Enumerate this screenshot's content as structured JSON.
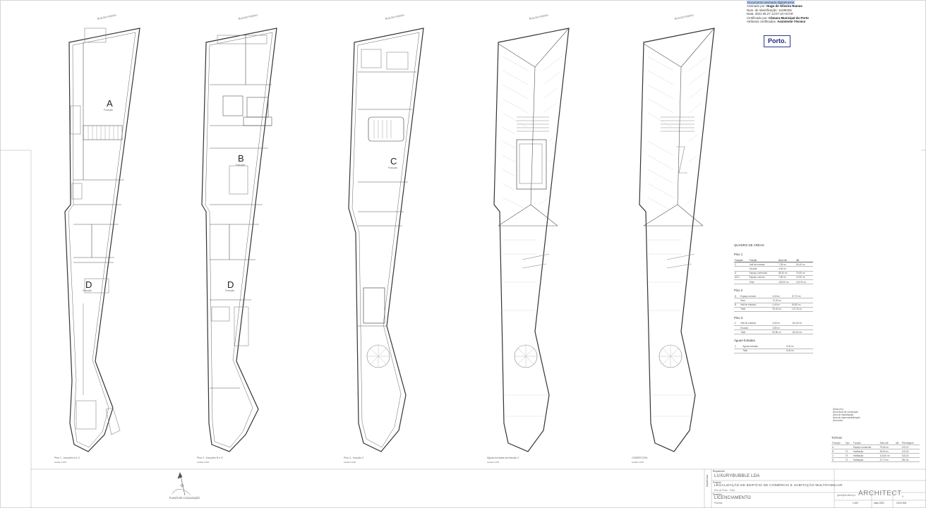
{
  "signature": {
    "line1": "Documento assinado digitalmente",
    "line2_label": "Assinado por:",
    "line2_value": "Hugo de Oliveira Ramos",
    "line3": "Num. de Identificação: 11199426",
    "line4": "Data: 2021.05.27 13:07:10+01'00'",
    "line5_label": "Certificado por:",
    "line5_value": "Câmara Municipal do Porto",
    "line6_label": "Atributos certificados:",
    "line6_value": "Assistente Técnico"
  },
  "porto_logo": "Porto.",
  "street_labels": [
    "RUA DO PORTO",
    "RUA DO PORTO",
    "RUA DO PORTO",
    "RUA DO PORTO",
    "RUA DO PORTO"
  ],
  "plans": [
    {
      "caption": "Piso 1 - fracções A e C",
      "scale": "escala 1:100"
    },
    {
      "caption": "Piso 2 - fracções B e D",
      "scale": "escala 1:100"
    },
    {
      "caption": "Piso 3 - fracção C",
      "scale": "escala 1:100"
    },
    {
      "caption": "Águas-furtadas da fracção C",
      "scale": "escala 1:100"
    },
    {
      "caption": "COBERTURA",
      "scale": "escala 1:100"
    }
  ],
  "fractions": [
    {
      "letter": "A",
      "label": "Fracção"
    },
    {
      "letter": "B",
      "label": "Fracção"
    },
    {
      "letter": "C",
      "label": "Fracção"
    },
    {
      "letter": "D",
      "label": "Fracção"
    },
    {
      "letter": "D",
      "label": "Fracção"
    }
  ],
  "areas": {
    "title": "QUADRO DE ÁREAS",
    "sections": [
      "Piso 1",
      "Piso 2",
      "Piso 3",
      "Águas-furtadas"
    ],
    "header": [
      "Fracção",
      "Função",
      "Área útil",
      "AB"
    ],
    "rows1": [
      [
        "C",
        "Hall de entrada",
        "7,35 m²",
        "54,40 m²"
      ],
      [
        "",
        "Escada",
        "4,60 m²",
        ""
      ],
      [
        "A",
        "Espaço comercial",
        "86,40 m²",
        "79,60 m²"
      ],
      [
        "ACC",
        "Espaço comum",
        "7,80 m²",
        "12,52 m²"
      ],
      [
        "",
        "Total",
        "105,30 m²",
        "131,92 m²"
      ]
    ],
    "rows2": [
      [
        "D",
        "Espaço comum",
        "3,40 m²",
        "57,70 m²"
      ],
      [
        "",
        "Sala",
        "12,40 m²",
        ""
      ],
      [
        "B",
        "Hall de entrada",
        "4,40 m²",
        "69,50 m²"
      ],
      [
        "",
        "Total",
        "93,40 m²",
        "127,20 m²"
      ]
    ],
    "rows3": [
      [
        "C",
        "Hall de entrada",
        "3,60 m²",
        "110,60 m²"
      ],
      [
        "",
        "Escada",
        "4,80 m²",
        ""
      ],
      [
        "",
        "Total",
        "82,80 m²",
        "110,60 m²"
      ]
    ],
    "rows4": [
      [
        "C",
        "Águas-furtadas",
        "8,40 m²",
        ""
      ],
      [
        "",
        "Total",
        "8,40 m²",
        ""
      ]
    ]
  },
  "side_list": {
    "title": "Áreas (m²)",
    "items": [
      "Área bruta de construção",
      "Área de implantação",
      "Área de impermeabilização",
      "Área total"
    ]
  },
  "totals": {
    "title": "TOTAIS",
    "header": [
      "Fracção",
      "Tipo",
      "Função",
      "Área útil",
      "AB",
      "Permilagem"
    ],
    "rows": [
      [
        "A",
        "",
        "Espaço comercial",
        "79,60 m²",
        "",
        "219,10"
      ],
      [
        "B",
        "T2",
        "Habitação",
        "69,50 m²",
        "",
        "215,30"
      ],
      [
        "C",
        "T4",
        "Habitação",
        "110,60 m²",
        "",
        "315,20"
      ],
      [
        "D",
        "T2",
        "Habitação",
        "57,70 m²",
        "",
        "250,40"
      ]
    ]
  },
  "titleblock": {
    "location_label": "PLANTA DE LOCALIZAÇÃO",
    "client_label": "Requerente",
    "client": "LUXURYBUBBLE LDA",
    "project_label": "Projecto",
    "project": "LEGALIZAÇÃO DE EDIFÍCIO DE COMÉRCIO E HABITAÇÃO MULTIFAMILIAR",
    "address": "Rua do Porto · Porto",
    "phase_label": "Desenho",
    "phase": "LICENCIAMENTO",
    "sheet_title": "Plantas",
    "author_label": "Arquitectura",
    "logo": "ARCHITECT",
    "logo_suffix": "lt",
    "email": "geral@architect.pt",
    "date": "maio 2021",
    "sheet": "1:100",
    "number": "15.20.004"
  }
}
